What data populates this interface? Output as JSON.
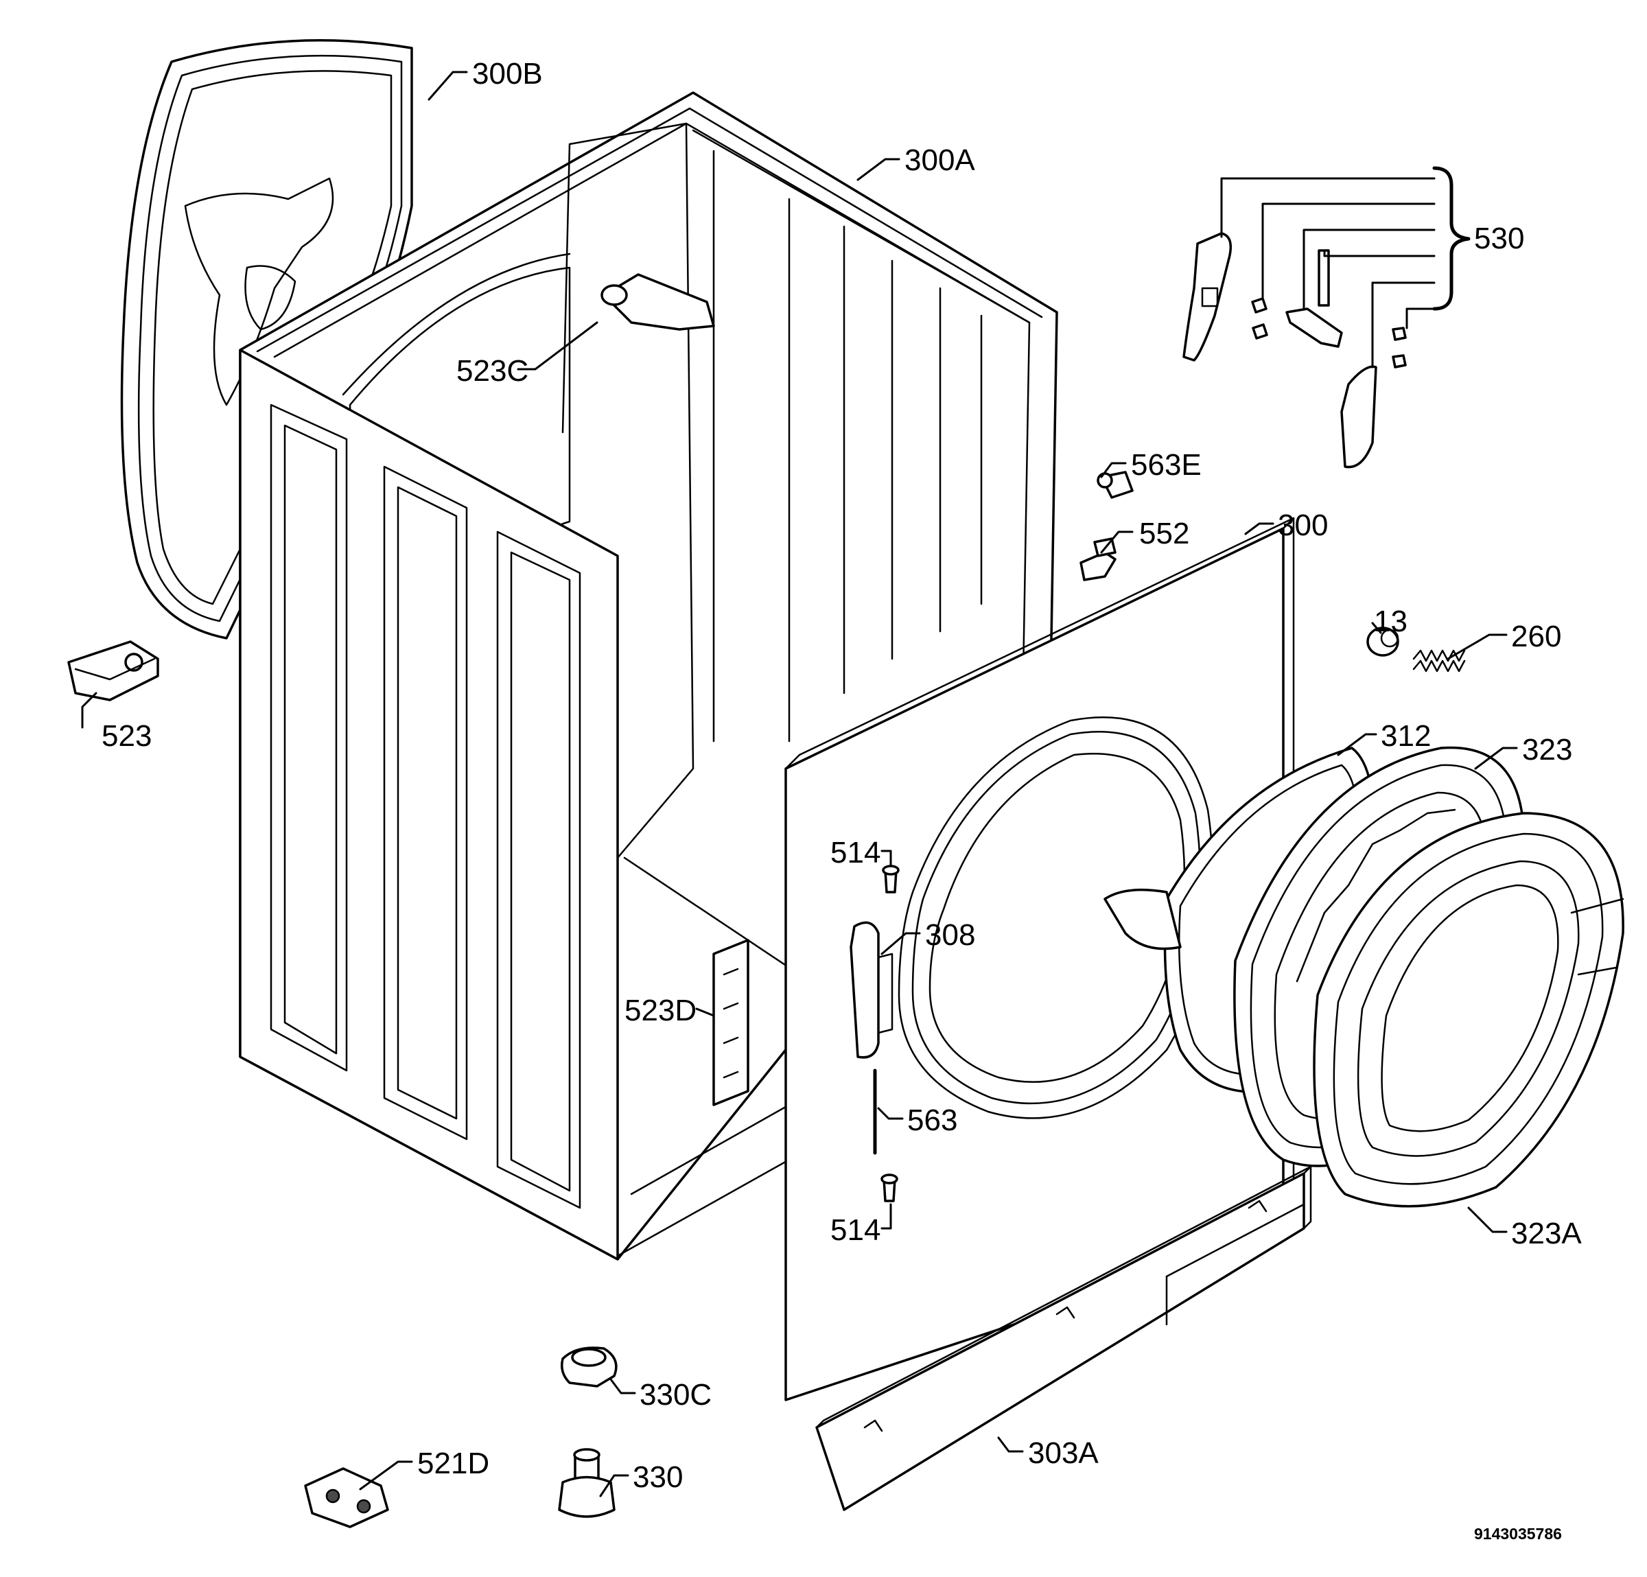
{
  "labels": {
    "l300B": "300B",
    "l300A": "300A",
    "l530": "530",
    "l523C": "523C",
    "l563E": "563E",
    "l552": "552",
    "l300": "300",
    "l13": "13",
    "l260": "260",
    "l523": "523",
    "l312": "312",
    "l323": "323",
    "l514a": "514",
    "l308": "308",
    "l523D": "523D",
    "l563": "563",
    "l514b": "514",
    "l323A": "323A",
    "l330C": "330C",
    "l521D": "521D",
    "l330": "330",
    "l303A": "303A"
  },
  "drawing_code": "9143035786"
}
